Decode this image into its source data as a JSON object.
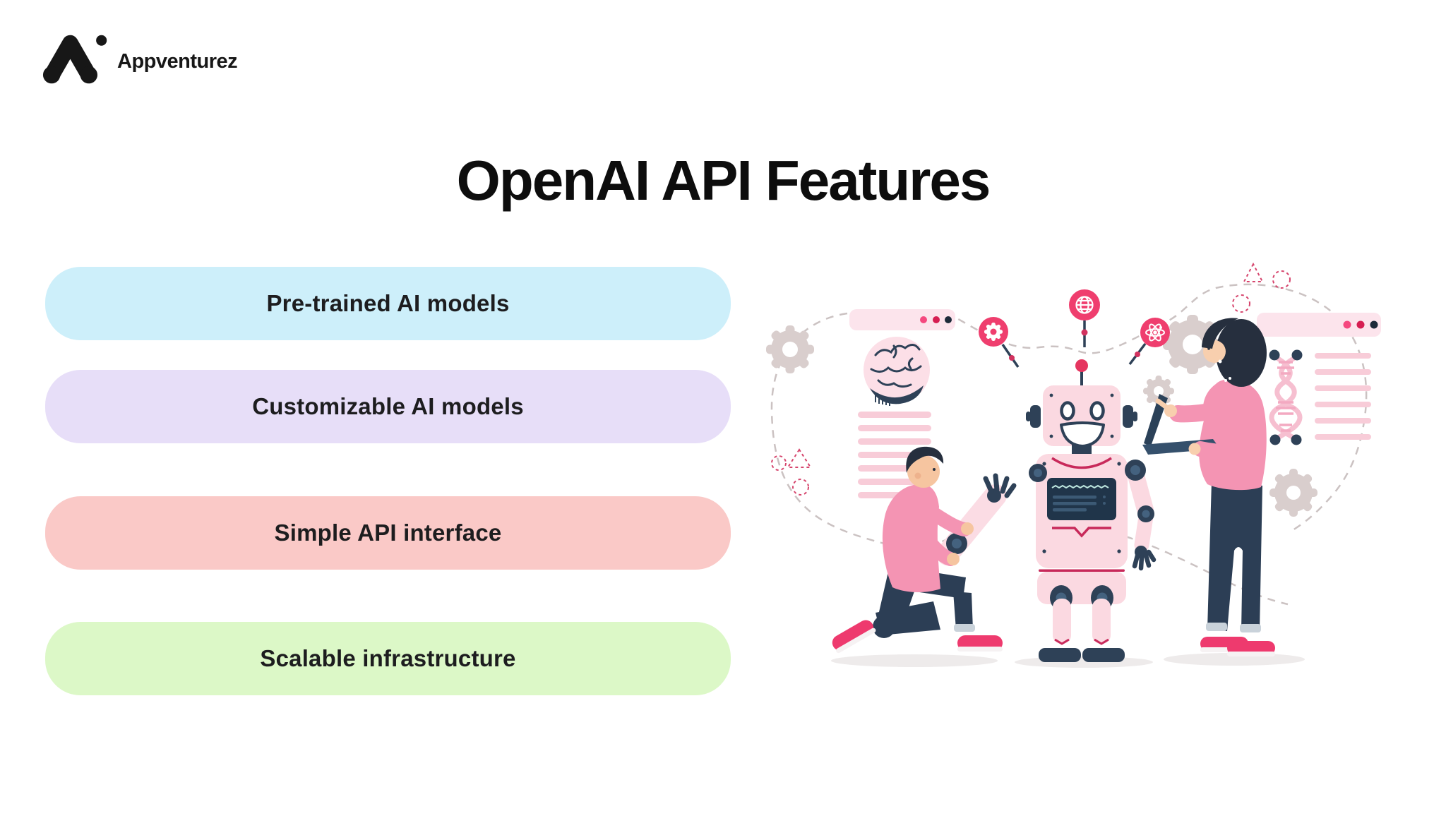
{
  "brand": {
    "name": "Appventurez"
  },
  "title": "OpenAI API Features",
  "features": [
    {
      "label": "Pre-trained AI models",
      "bg": "#cdeffa"
    },
    {
      "label": "Customizable AI models",
      "bg": "#e7def8"
    },
    {
      "label": "Simple API interface",
      "bg": "#fac9c7"
    },
    {
      "label": "Scalable infrastructure",
      "bg": "#dcf8c7"
    }
  ],
  "illustration": {
    "description": "Two engineers assembling and programming a friendly pink robot, surrounded by AI-themed icons: gears, globe, atom, brain, DNA helix, browser windows and a laptop",
    "icons": [
      "gear-icon",
      "globe-icon",
      "atom-icon",
      "brain-icon",
      "dna-icon",
      "browser-window-icon",
      "laptop-icon",
      "robot"
    ],
    "colors": {
      "pink_light": "#fbd9e1",
      "pink_accent": "#ef3e6e",
      "crimson": "#c8295a",
      "navy": "#2e4157",
      "gear_gray": "#d9cecd",
      "sweater_pink": "#f494b3"
    }
  }
}
